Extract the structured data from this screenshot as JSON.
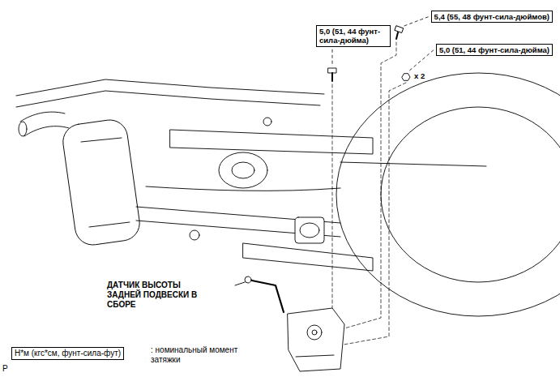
{
  "diagram": {
    "nodes": [
      {
        "text": [
          "5,0 (51, 44 фунт-сила-дюйма)"
        ]
      },
      {
        "text": [
          "5,4 (55, 48 фунт-сила-дюймов)"
        ]
      },
      {
        "text": [
          "5,0 (51, 44 фунт-сила-дюйма)"
        ]
      },
      {
        "text": [
          "Н*м (кгс*см, фунт-сила-фут)"
        ]
      }
    ],
    "labels": [
      "x 2",
      "ДАТЧИК ВЫСОТЫ ЗАДНЕЙ ПОДВЕСКИ В СБОРЕ",
      ": номинальный момент затяжки",
      "P"
    ]
  }
}
